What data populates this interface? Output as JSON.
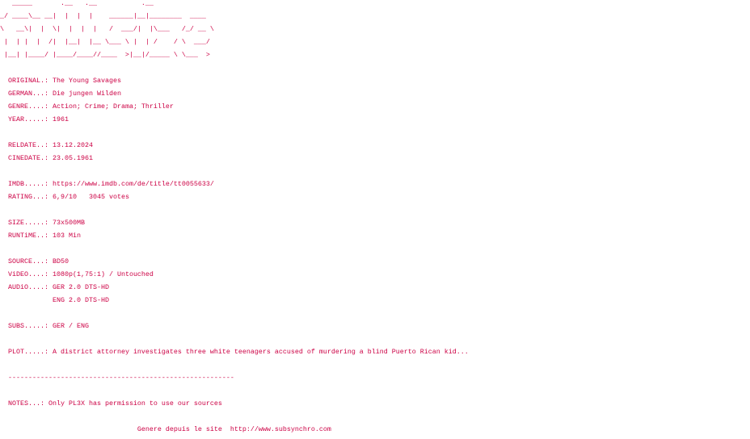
{
  "logo_art": [
    "   _____       .__   .__           .__",
    "_/ ____\\__ __|  |  |  |    ______|__|________  ____",
    "\\   __\\|  |  \\|  |  |  |   /  ___/|  |\\___   /_/ __ \\",
    " |  | |  |  /|  |__|  |__ \\___ \\ |  | /    / \\  ___/",
    " |__| |____/ |____/____//____  >|__|/_____ \\ \\___  >"
  ],
  "fields": {
    "original": {
      "label": "ORIGINAL.: ",
      "value": "The Young Savages"
    },
    "german": {
      "label": "GERMAN...: ",
      "value": "Die jungen Wilden"
    },
    "genre": {
      "label": "GENRE....: ",
      "value": "Action; Crime; Drama; Thriller"
    },
    "year": {
      "label": "YEAR.....: ",
      "value": "1961"
    },
    "reldate": {
      "label": "RELDATE..: ",
      "value": "13.12.2024"
    },
    "cinedate": {
      "label": "CINEDATE.: ",
      "value": "23.05.1961"
    },
    "imdb": {
      "label": "IMDB.....: ",
      "value": "https://www.imdb.com/de/title/tt0055633/"
    },
    "rating": {
      "label": "RATING...: ",
      "value": "6,9/10   3045 votes"
    },
    "size": {
      "label": "SIZE.....: ",
      "value": "73x500MB"
    },
    "runtime": {
      "label": "RUNTiME..: ",
      "value": "103 Min"
    },
    "source": {
      "label": "SOURCE...: ",
      "value": "BD50"
    },
    "video": {
      "label": "ViDEO....: ",
      "value": "1080p(1,75:1) / Untouched"
    },
    "audio": {
      "label": "AUDiO....: ",
      "value": "GER 2.0 DTS-HD"
    },
    "audio2": {
      "label": "           ",
      "value": "ENG 2.0 DTS-HD"
    },
    "subs": {
      "label": "SUBS.....: ",
      "value": "GER / ENG"
    },
    "plot": {
      "label": "PLOT.....: ",
      "value": "A district attorney investigates three white teenagers accused of murdering a blind Puerto Rican kid..."
    },
    "notes": {
      "label": "NOTES...: ",
      "value": "Only PL3X has permission to use our sources"
    }
  },
  "separator": "--------------------------------------------------------",
  "footer": "                                Genere depuis le site  http://www.subsynchro.com"
}
